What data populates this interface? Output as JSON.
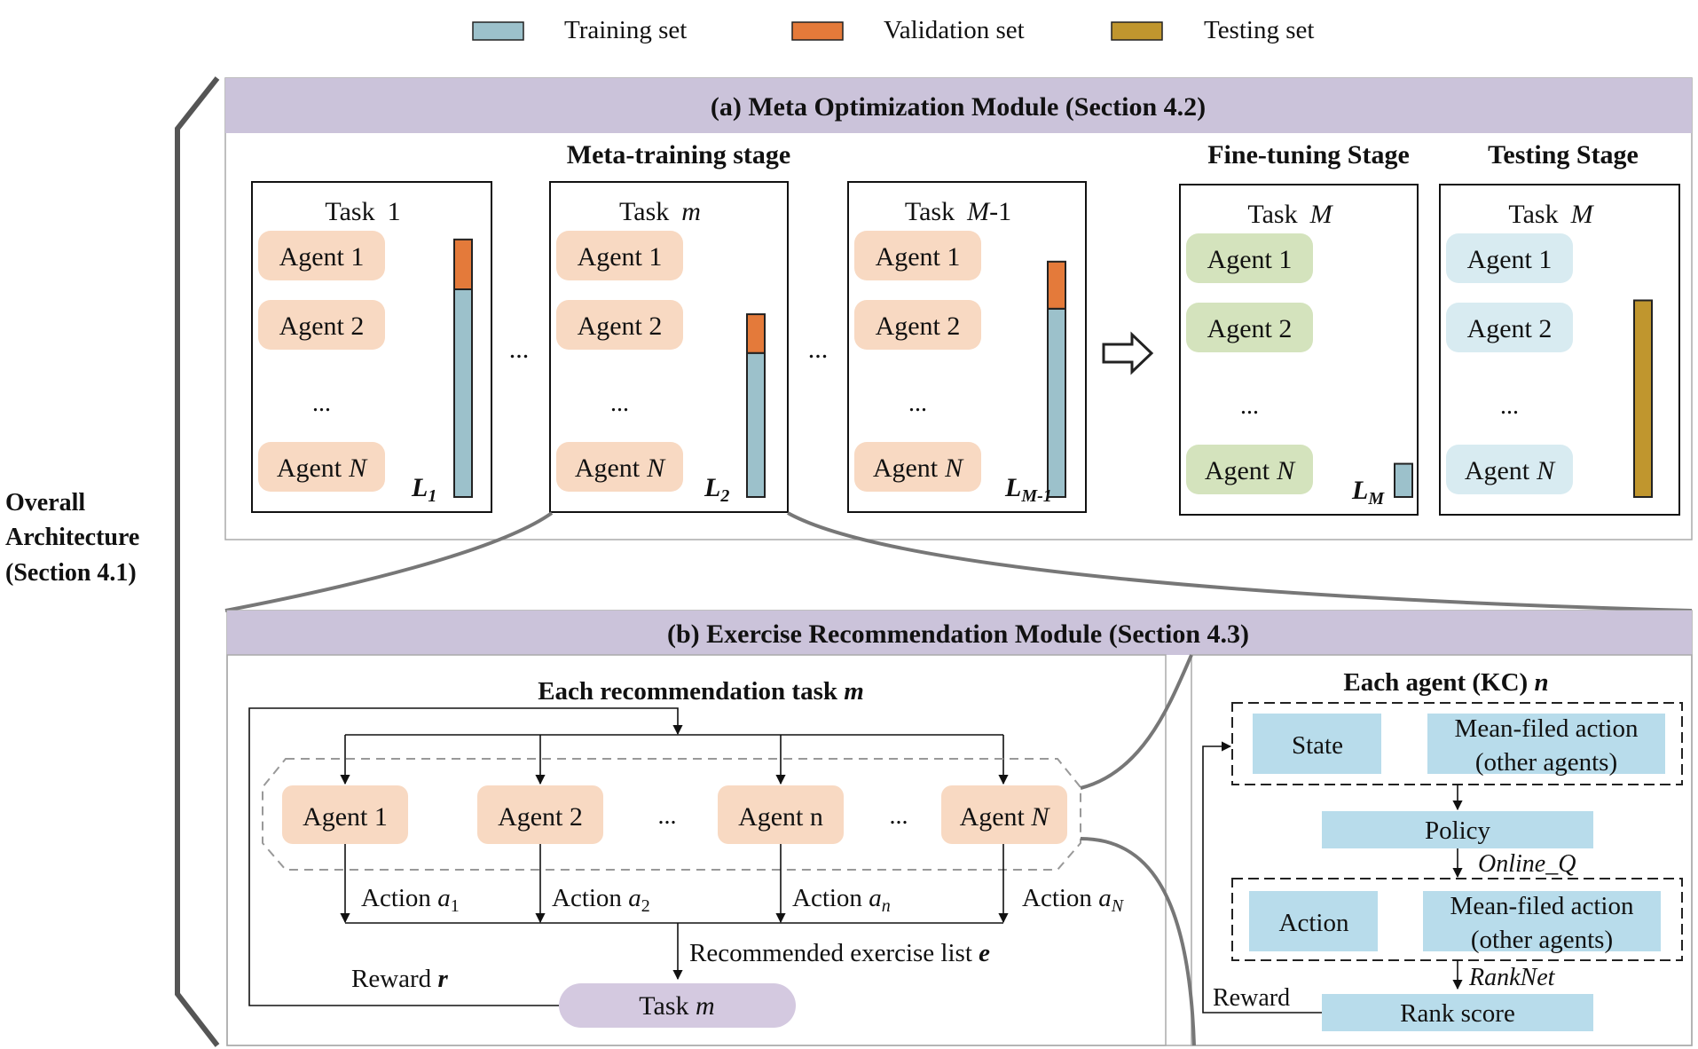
{
  "colors": {
    "training": "#9cc1cb",
    "validation": "#e47a3a",
    "testing": "#c0962e",
    "header": "#cbc3da",
    "agent_meta": "#f8d9c2",
    "agent_finetune": "#d4e3bd",
    "agent_test": "#d8ebf1",
    "blue_box": "#b8dceb",
    "task_pill": "#d4c9e0"
  },
  "legend": {
    "training": "Training set",
    "validation": "Validation set",
    "testing": "Testing set"
  },
  "overall": {
    "line1": "Overall",
    "line2": "Architecture",
    "line3": "(Section 4.1)"
  },
  "module_a": {
    "title": "(a) Meta Optimization Module (Section 4.2)",
    "meta_stage": "Meta-training stage",
    "finetune_stage": "Fine-tuning Stage",
    "testing_stage": "Testing Stage",
    "ellipsis": "...",
    "tasks": [
      {
        "title": "Task",
        "idx": "1",
        "agents": [
          "Agent 1",
          "Agent 2",
          "...",
          "Agent"
        ],
        "n": "N",
        "loss": "L",
        "loss_sub": "1",
        "train": 0.75,
        "val": 0.18
      },
      {
        "title": "Task",
        "idx": "m",
        "agents": [
          "Agent 1",
          "Agent 2",
          "...",
          "Agent"
        ],
        "n": "N",
        "loss": "L",
        "loss_sub": "2",
        "train": 0.52,
        "val": 0.14
      },
      {
        "title": "Task",
        "idx": "M",
        "idx_suffix": "-1",
        "agents": [
          "Agent 1",
          "Agent 2",
          "...",
          "Agent"
        ],
        "n": "N",
        "loss": "L",
        "loss_sub": "M-1",
        "train": 0.68,
        "val": 0.17
      },
      {
        "title": "Task",
        "idx": "M",
        "agents": [
          "Agent 1",
          "Agent 2",
          "...",
          "Agent"
        ],
        "n": "N",
        "loss": "L",
        "loss_sub": "M",
        "train": 0.12,
        "val": 0.0
      },
      {
        "title": "Task",
        "idx": "M",
        "agents": [
          "Agent 1",
          "Agent 2",
          "...",
          "Agent"
        ],
        "n": "N",
        "test": 0.71
      }
    ]
  },
  "module_b": {
    "title": "(b) Exercise Recommendation Module (Section 4.3)",
    "task_heading": "Each recommendation task",
    "task_heading_var": "m",
    "agents": [
      "Agent 1",
      "Agent 2",
      "Agent n",
      "Agent"
    ],
    "agent_last_var": "N",
    "ellipsis": "...",
    "actions": [
      {
        "label": "Action",
        "var": "a",
        "sub": "1"
      },
      {
        "label": "Action",
        "var": "a",
        "sub": "2"
      },
      {
        "label": "Action",
        "var": "a",
        "sub": "n"
      },
      {
        "label": "Action",
        "var": "a",
        "sub": "N"
      }
    ],
    "recommended": "Recommended exercise list",
    "recommended_var": "e",
    "reward": "Reward",
    "reward_var": "r",
    "task_pill": "Task",
    "task_pill_var": "m",
    "agent_heading": "Each agent (KC)",
    "agent_heading_var": "n",
    "state": "State",
    "meanfield_1": "Mean-filed action",
    "meanfield_2": "(other agents)",
    "policy": "Policy",
    "online_q": "Online_Q",
    "action": "Action",
    "ranknet": "RankNet",
    "reward_right": "Reward",
    "rank_score": "Rank score"
  }
}
